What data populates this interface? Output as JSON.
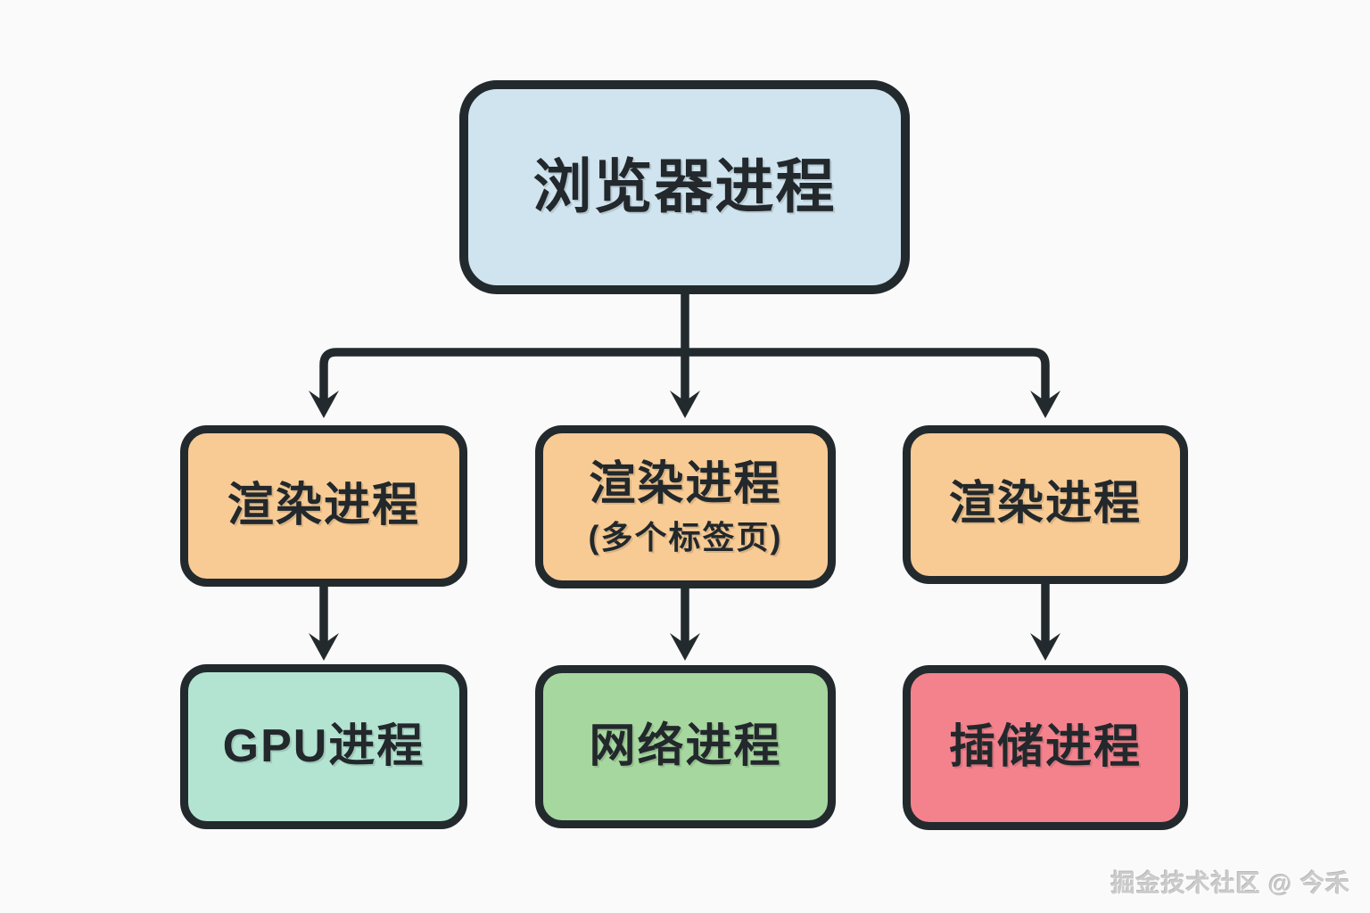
{
  "diagram": {
    "nodes": {
      "browser": {
        "label": "浏览器进程",
        "fill": "#cfe4ef"
      },
      "render_left": {
        "label": "渲染进程",
        "fill": "#f8cb95"
      },
      "render_center": {
        "label": "渲染进程",
        "sublabel": "(多个标签页)",
        "fill": "#f8cb95"
      },
      "render_right": {
        "label": "渲染进程",
        "fill": "#f8cb95"
      },
      "gpu": {
        "label": "GPU进程",
        "fill": "#b3e4d1"
      },
      "network": {
        "label": "网络进程",
        "fill": "#a6d79f"
      },
      "plugin": {
        "label": "插储进程",
        "fill": "#f3828d"
      }
    },
    "edges": [
      {
        "from": "browser",
        "to": "render_left"
      },
      {
        "from": "browser",
        "to": "render_center"
      },
      {
        "from": "browser",
        "to": "render_right"
      },
      {
        "from": "render_left",
        "to": "gpu"
      },
      {
        "from": "render_center",
        "to": "network"
      },
      {
        "from": "render_right",
        "to": "plugin"
      }
    ],
    "colors": {
      "background": "#fafafa",
      "outline": "#232a2d",
      "text": "#22282b",
      "watermark": "#cbcbcb"
    },
    "watermark": "掘金技术社区 @ 今禾"
  }
}
